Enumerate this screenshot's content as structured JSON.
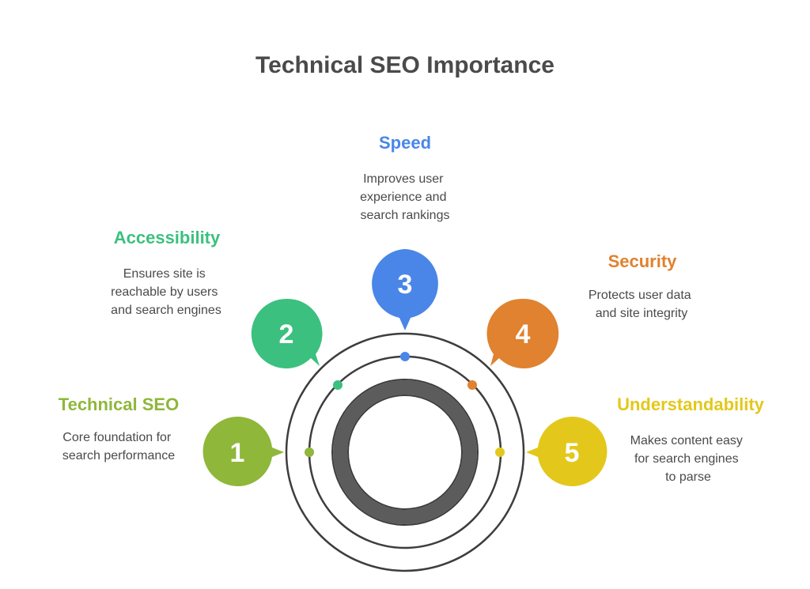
{
  "title": "Technical SEO Importance",
  "items": [
    {
      "number": "1",
      "label": "Technical SEO",
      "color": "#8fb73a",
      "description": [
        "Core foundation for",
        "search performance"
      ]
    },
    {
      "number": "2",
      "label": "Accessibility",
      "color": "#3cc07f",
      "description": [
        "Ensures site is",
        "reachable by users",
        "and search engines"
      ]
    },
    {
      "number": "3",
      "label": "Speed",
      "color": "#4a86e8",
      "description": [
        "Improves user",
        "experience and",
        "search rankings"
      ]
    },
    {
      "number": "4",
      "label": "Security",
      "color": "#e0822f",
      "description": [
        "Protects user data",
        "and site integrity"
      ]
    },
    {
      "number": "5",
      "label": "Understandability",
      "color": "#e3c81b",
      "description": [
        "Makes content easy",
        "for search engines",
        "to parse"
      ]
    }
  ],
  "colors": {
    "ring": "#3d3d3d",
    "core_ring": "#5c5c5c",
    "text": "#4a4a4a"
  }
}
